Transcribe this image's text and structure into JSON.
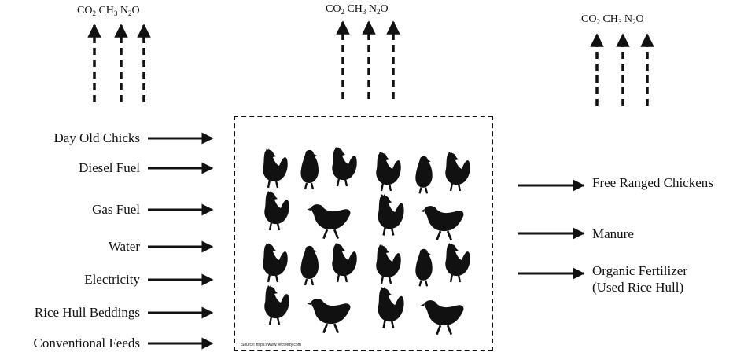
{
  "emissions": [
    {
      "group": "left",
      "gases": [
        {
          "base": "CO",
          "sub": "2"
        },
        {
          "base": "CH",
          "sub": "3"
        },
        {
          "base": "N",
          "sub": "2",
          "tail": "O"
        }
      ]
    },
    {
      "group": "center",
      "gases": [
        {
          "base": "CO",
          "sub": "2"
        },
        {
          "base": "CH",
          "sub": "3"
        },
        {
          "base": "N",
          "sub": "2",
          "tail": "O"
        }
      ]
    },
    {
      "group": "right",
      "gases": [
        {
          "base": "CO",
          "sub": "2"
        },
        {
          "base": "CH",
          "sub": "3"
        },
        {
          "base": "N",
          "sub": "2",
          "tail": "O"
        }
      ]
    }
  ],
  "inputs": [
    "Day Old Chicks",
    "Diesel Fuel",
    "Gas  Fuel",
    "Water",
    "Electricity",
    "Rice Hull Beddings",
    "Conventional Feeds"
  ],
  "outputs": {
    "free_ranged": "Free Ranged Chickens",
    "manure": "Manure",
    "fertilizer_line1": "Organic Fertilizer",
    "fertilizer_line2": "(Used Rice Hull)"
  },
  "system": {
    "image_description": "chicken silhouettes",
    "source_note": "Source: https://www.vecteezy.com"
  }
}
